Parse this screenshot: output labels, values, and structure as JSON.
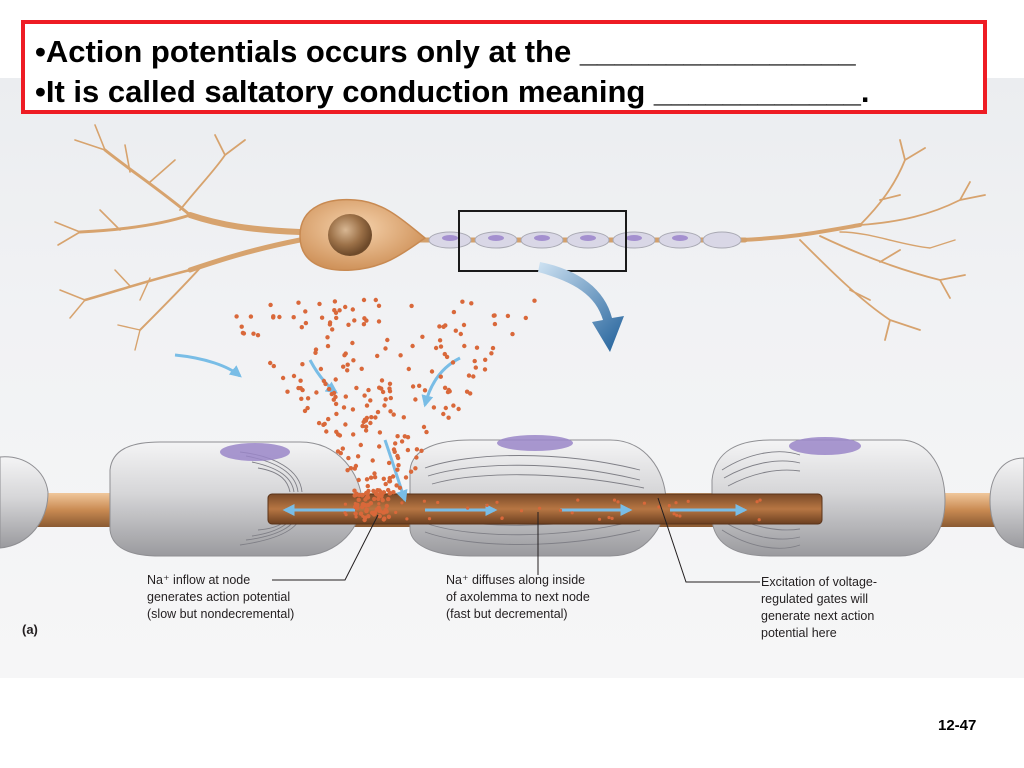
{
  "question": {
    "line1": "•Action potentials occurs only at the ________________",
    "line2": "•It is called saltatory conduction meaning ____________."
  },
  "labels": {
    "node_inflow": [
      "Na⁺ inflow at node",
      "generates action potential",
      "(slow but nondecremental)"
    ],
    "diffusion": [
      "Na⁺ diffuses along inside",
      "of axolemma to next node",
      "(fast but decremental)"
    ],
    "excitation": [
      "Excitation of voltage-",
      "regulated gates will",
      "generate next action",
      "potential here"
    ]
  },
  "figure_label": "(a)",
  "slide_number": "12-47",
  "colors": {
    "question_border": "#ee1c24",
    "axon": "#c98a52",
    "myelin": "#d9d9db",
    "node_purple": "#9a86c8",
    "sodium_dots": "#d9683a",
    "arrows": "#79bde6",
    "big_arrow": "#2c6da4"
  }
}
